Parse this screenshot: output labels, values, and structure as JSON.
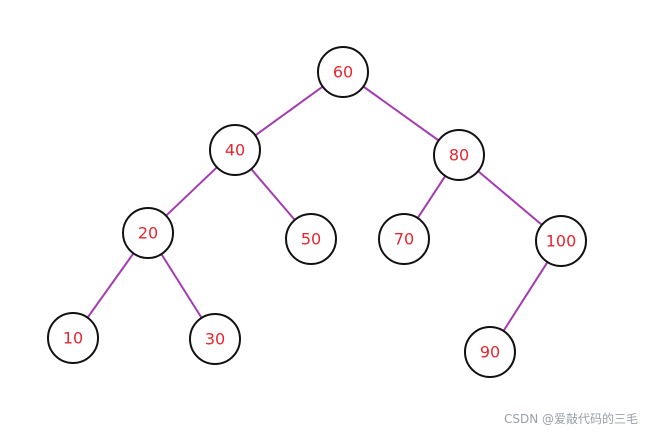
{
  "tree": {
    "colors": {
      "edge": "#a33cb0",
      "node_stroke": "#111111",
      "node_label": "#e8262f"
    },
    "nodes": [
      {
        "id": "n60",
        "label": "60"
      },
      {
        "id": "n40",
        "label": "40"
      },
      {
        "id": "n80",
        "label": "80"
      },
      {
        "id": "n20",
        "label": "20"
      },
      {
        "id": "n50",
        "label": "50"
      },
      {
        "id": "n70",
        "label": "70"
      },
      {
        "id": "n100",
        "label": "100"
      },
      {
        "id": "n10",
        "label": "10"
      },
      {
        "id": "n30",
        "label": "30"
      },
      {
        "id": "n90",
        "label": "90"
      }
    ],
    "edges": [
      {
        "from": "n60",
        "to": "n40"
      },
      {
        "from": "n60",
        "to": "n80"
      },
      {
        "from": "n40",
        "to": "n20"
      },
      {
        "from": "n40",
        "to": "n50"
      },
      {
        "from": "n80",
        "to": "n70"
      },
      {
        "from": "n80",
        "to": "n100"
      },
      {
        "from": "n20",
        "to": "n10"
      },
      {
        "from": "n20",
        "to": "n30"
      },
      {
        "from": "n100",
        "to": "n90"
      }
    ]
  },
  "watermark": "CSDN @爱敲代码的三毛"
}
